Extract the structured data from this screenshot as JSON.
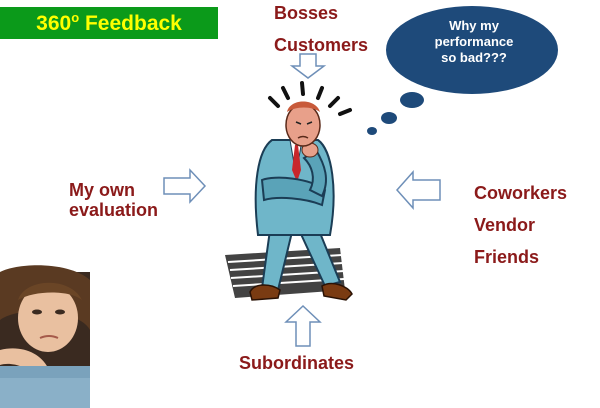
{
  "title": {
    "text": "360",
    "superscript": "o",
    "rest": " Feedback"
  },
  "sources": {
    "bosses": "Bosses",
    "customers": "Customers",
    "own_line1": "My own",
    "own_line2": "evaluation",
    "coworkers": "Coworkers",
    "vendor": "Vendor",
    "friends": "Friends",
    "subordinates": "Subordinates"
  },
  "thought_bubble": {
    "line1": "Why  my",
    "line2": "performance",
    "line3": "so bad???"
  },
  "colors": {
    "title_bg": "#0b9a1a",
    "title_text": "#ffff00",
    "label_text": "#8b1a1a",
    "bubble_fill": "#1e4a7a"
  }
}
